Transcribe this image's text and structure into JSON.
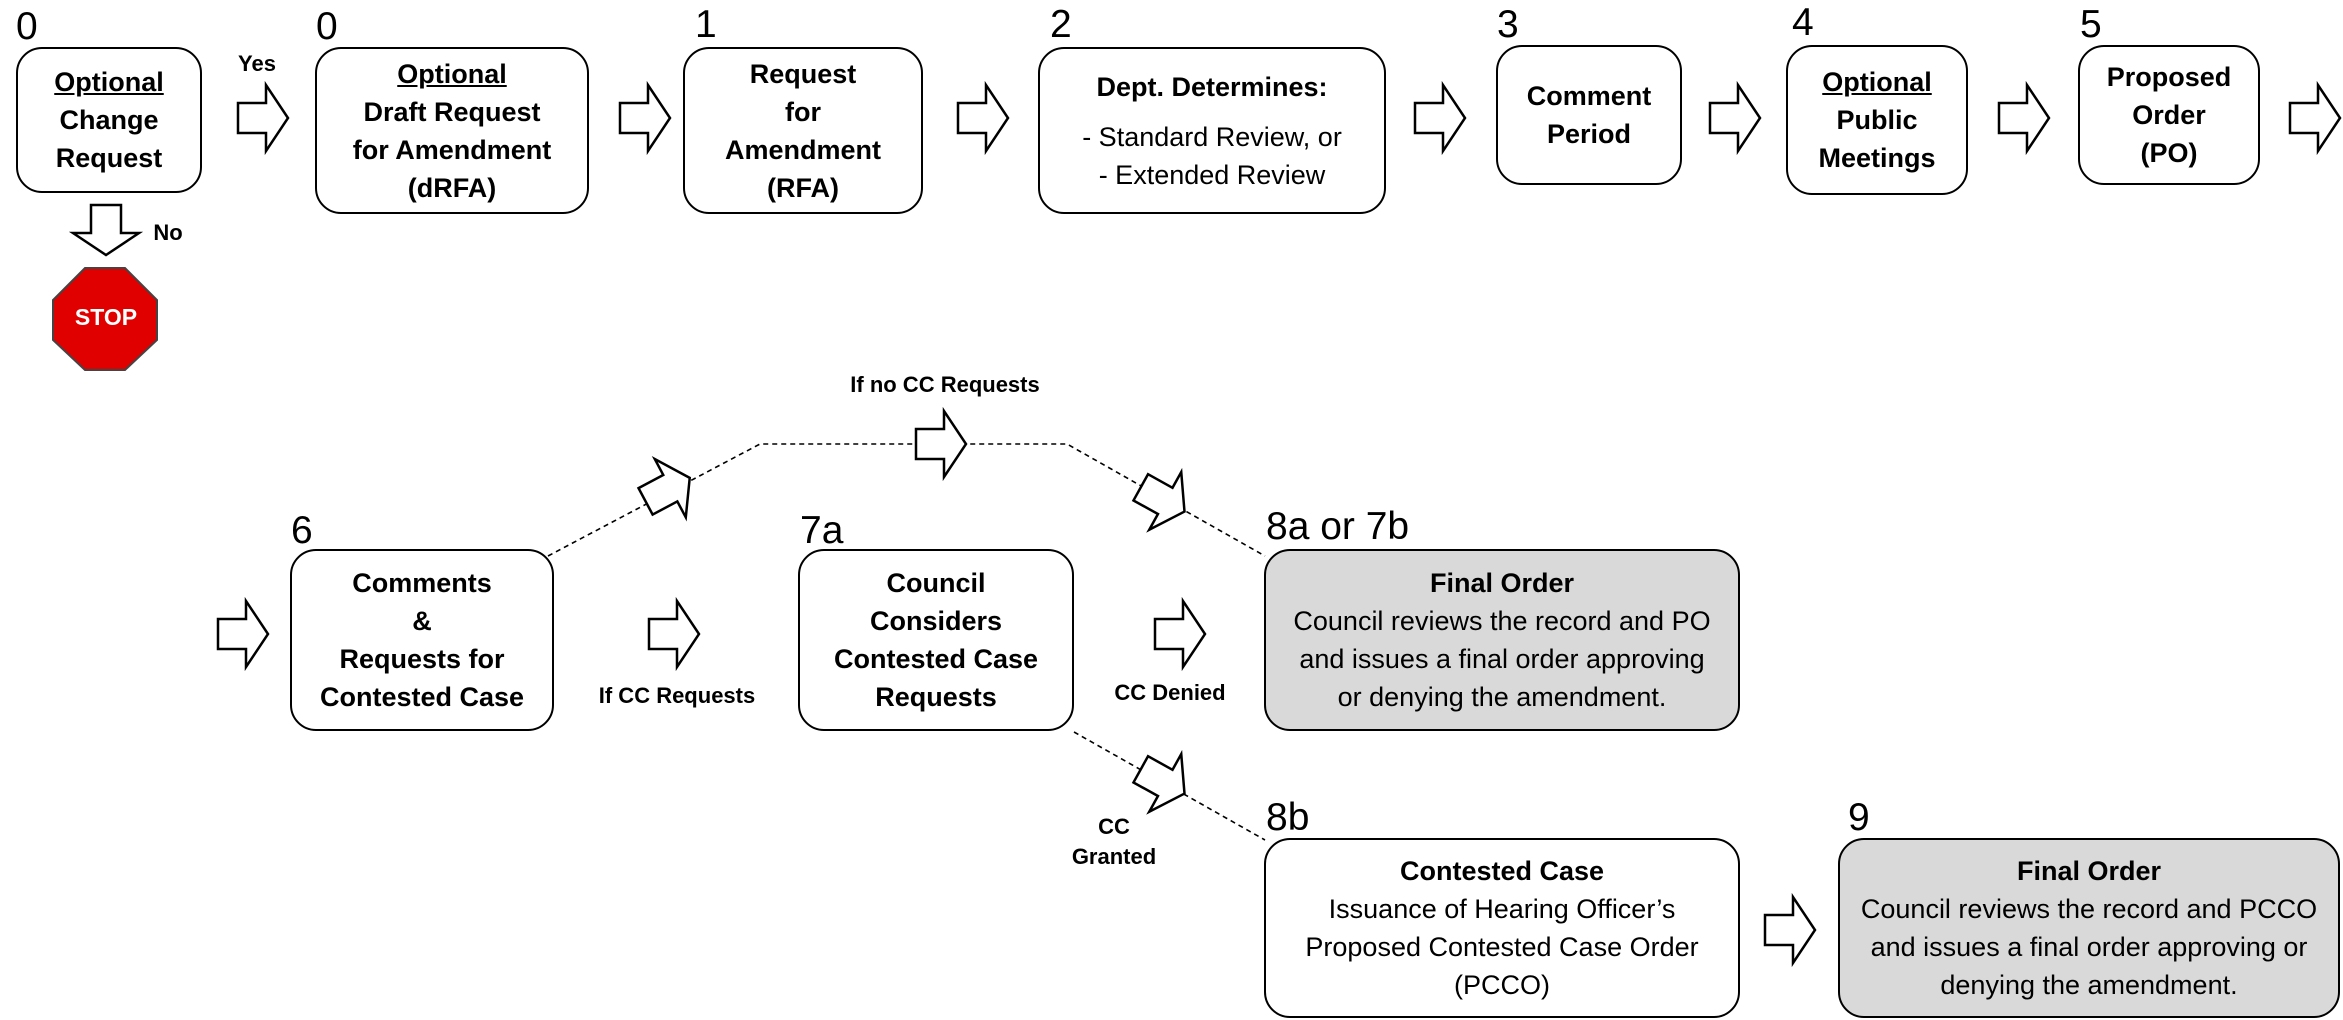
{
  "steps": {
    "s0a": {
      "num": "0",
      "line1": "Optional",
      "line2": "Change",
      "line3": "Request"
    },
    "s0b": {
      "num": "0",
      "line1": "Optional",
      "line2": "Draft Request",
      "line3": "for Amendment",
      "line4": "(dRFA)"
    },
    "s1": {
      "num": "1",
      "line1": "Request",
      "line2": "for",
      "line3": "Amendment",
      "line4": "(RFA)"
    },
    "s2": {
      "num": "2",
      "title": "Dept. Determines:",
      "opt1": "- Standard Review, or",
      "opt2": "- Extended Review"
    },
    "s3": {
      "num": "3",
      "line1": "Comment",
      "line2": "Period"
    },
    "s4": {
      "num": "4",
      "line1": "Optional",
      "line2": "Public",
      "line3": "Meetings"
    },
    "s5": {
      "num": "5",
      "line1": "Proposed",
      "line2": "Order",
      "line3": "(PO)"
    },
    "s6": {
      "num": "6",
      "line1": "Comments",
      "line2": "&",
      "line3": "Requests for",
      "line4": "Contested Case"
    },
    "s7a": {
      "num": "7a",
      "line1": "Council",
      "line2": "Considers",
      "line3": "Contested Case",
      "line4": "Requests"
    },
    "s8a": {
      "num": "8a or 7b",
      "title": "Final Order",
      "line1": "Council reviews the record and PO",
      "line2": "and issues a final order approving",
      "line3": "or denying the amendment."
    },
    "s8b": {
      "num": "8b",
      "title": "Contested Case",
      "line1": "Issuance of Hearing Officer’s",
      "line2": "Proposed Contested Case Order",
      "line3": "(PCCO)"
    },
    "s9": {
      "num": "9",
      "title": "Final Order",
      "line1": "Council reviews the record and PCCO",
      "line2": "and issues a final order approving or",
      "line3": "denying the amendment."
    }
  },
  "labels": {
    "yes": "Yes",
    "no": "No",
    "stop": "STOP",
    "if_no_cc": "If no CC Requests",
    "if_cc": "If CC Requests",
    "cc_denied": "CC Denied",
    "cc_granted_1": "CC",
    "cc_granted_2": "Granted"
  },
  "colors": {
    "stop_fill": "#e00000",
    "final_box_fill": "#d9d9d9",
    "box_border": "#000000"
  }
}
